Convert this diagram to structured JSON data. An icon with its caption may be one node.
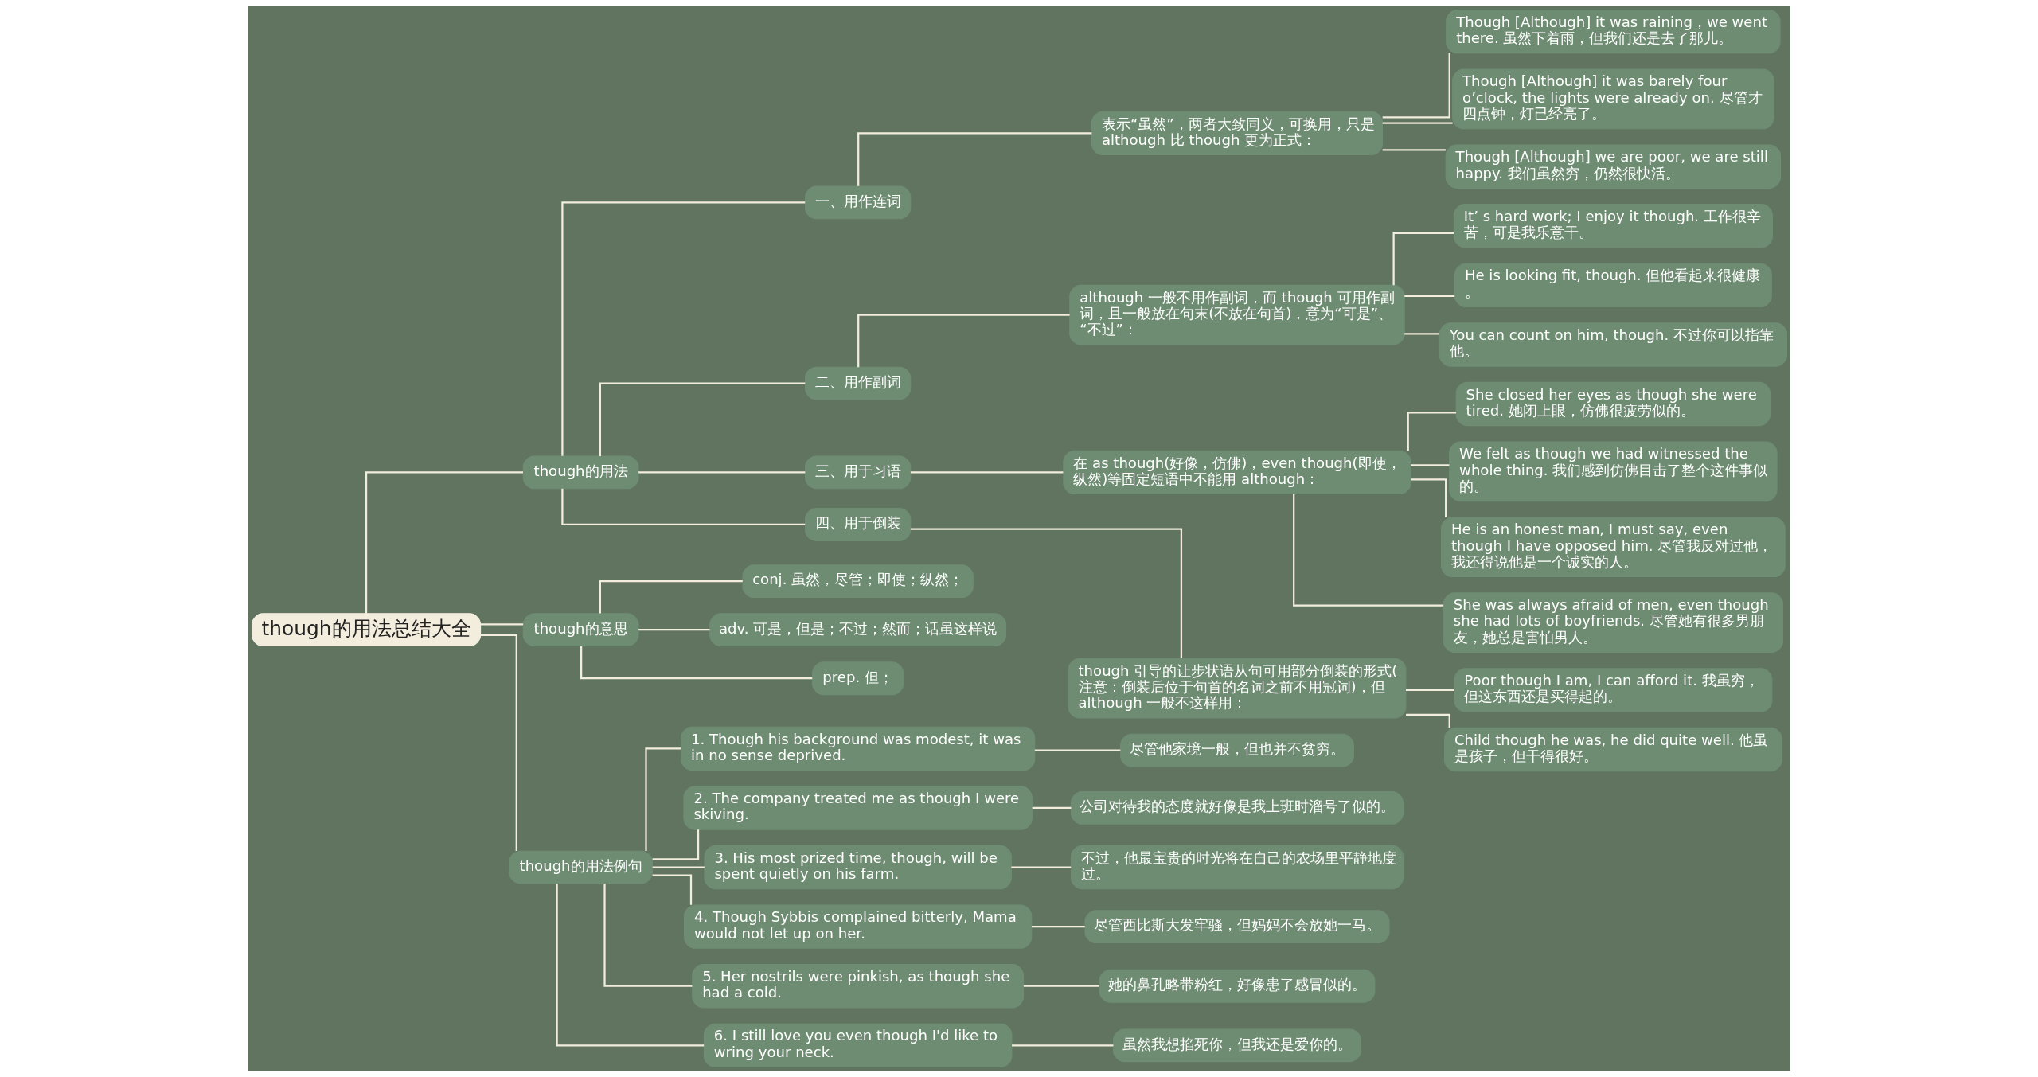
{
  "diagram": {
    "nodes": [
      {
        "text": [
          "though的用法总结大全"
        ]
      },
      {
        "text": [
          "though的用法"
        ]
      },
      {
        "text": [
          "一、用作连词"
        ]
      },
      {
        "text": [
          "表示“虽然”，两者大致同义，可换用，只是 although 比 though 更为正式："
        ]
      },
      {
        "text": [
          "Though [Although] it was raining，we went there. 虽然下着雨，但我们还是去了那儿。"
        ]
      },
      {
        "text": [
          "Though [Although] it was barely four o’clock, the lights were already on. 尽管才四点钟，灯已经亮了。"
        ]
      },
      {
        "text": [
          "Though [Although] we are poor, we are still happy. 我们虽然穷，仍然很快活。"
        ]
      },
      {
        "text": [
          "二、用作副词"
        ]
      },
      {
        "text": [
          "although 一般不用作副词，而 though 可用作副词，且一般放在句末(不放在句首)，意为“可是”、“不过”："
        ]
      },
      {
        "text": [
          "It’ s hard work; I enjoy it though. 工作很辛苦，可是我乐意干。"
        ]
      },
      {
        "text": [
          "He is looking fit, though. 但他看起来很健康。"
        ]
      },
      {
        "text": [
          "You can count on him, though. 不过你可以指靠他。"
        ]
      },
      {
        "text": [
          "三、用于习语"
        ]
      },
      {
        "text": [
          "在 as though(好像，仿佛)，even though(即使，纵然)等固定短语中不能用 although："
        ]
      },
      {
        "text": [
          "She closed her eyes as though she were tired. 她闭上眼，仿佛很疲劳似的。"
        ]
      },
      {
        "text": [
          "We felt as though we had witnessed the whole thing. 我们感到仿佛目击了整个这件事似的。"
        ]
      },
      {
        "text": [
          "He is an honest man, I must say, even though I have opposed him. 尽管我反对过他，我还得说他是一个诚实的人。"
        ]
      },
      {
        "text": [
          "She was always afraid of men, even though she had lots of boyfriends. 尽管她有很多男朋友，她总是害怕男人。"
        ]
      },
      {
        "text": [
          "四、用于倒装"
        ]
      },
      {
        "text": [
          "though 引导的让步状语从句可用部分倒装的形式(注意：倒装后位于句首的名词之前不用冠词)，但 although 一般不这样用："
        ]
      },
      {
        "text": [
          "Poor though I am, I can afford it. 我虽穷，但这东西还是买得起的。"
        ]
      },
      {
        "text": [
          "Child though he was, he did quite well. 他虽是孩子，但干得很好。"
        ]
      },
      {
        "text": [
          "though的意思"
        ]
      },
      {
        "text": [
          "conj. 虽然，尽管；即使；纵然；"
        ]
      },
      {
        "text": [
          "adv. 可是，但是；不过；然而；话虽这样说"
        ]
      },
      {
        "text": [
          "prep. 但；"
        ]
      },
      {
        "text": [
          "though的用法例句"
        ]
      },
      {
        "text": [
          "1. Though his background was modest, it was in no sense deprived."
        ]
      },
      {
        "text": [
          "尽管他家境一般，但也并不贫穷。"
        ]
      },
      {
        "text": [
          "2. The company treated me as though I were skiving."
        ]
      },
      {
        "text": [
          "公司对待我的态度就好像是我上班时溜号了似的。"
        ]
      },
      {
        "text": [
          "3. His most prized time, though, will be spent quietly on his farm."
        ]
      },
      {
        "text": [
          "不过，他最宝贵的时光将在自己的农场里平静地度过。"
        ]
      },
      {
        "text": [
          "4. Though Sybbis complained bitterly, Mama would not let up on her."
        ]
      },
      {
        "text": [
          "尽管西比斯大发牢骚，但妈妈不会放她一马。"
        ]
      },
      {
        "text": [
          "5. Her nostrils were pinkish, as though she had a cold."
        ]
      },
      {
        "text": [
          "她的鼻孔略带粉红，好像患了感冒似的。"
        ]
      },
      {
        "text": [
          "6. I still love you even though I'd like to wring your neck."
        ]
      },
      {
        "text": [
          "虽然我想掐死你，但我还是爱你的。"
        ]
      }
    ],
    "edges": [
      {
        "from": 0,
        "to": 1,
        "arrow": "none"
      },
      {
        "from": 1,
        "to": 2,
        "arrow": "none"
      },
      {
        "from": 2,
        "to": 3,
        "arrow": "none"
      },
      {
        "from": 3,
        "to": 4,
        "arrow": "none"
      },
      {
        "from": 3,
        "to": 5,
        "arrow": "none"
      },
      {
        "from": 3,
        "to": 6,
        "arrow": "none"
      },
      {
        "from": 1,
        "to": 7,
        "arrow": "none"
      },
      {
        "from": 7,
        "to": 8,
        "arrow": "none"
      },
      {
        "from": 8,
        "to": 9,
        "arrow": "none"
      },
      {
        "from": 8,
        "to": 10,
        "arrow": "none"
      },
      {
        "from": 8,
        "to": 11,
        "arrow": "none"
      },
      {
        "from": 1,
        "to": 12,
        "arrow": "none"
      },
      {
        "from": 12,
        "to": 13,
        "arrow": "none"
      },
      {
        "from": 13,
        "to": 14,
        "arrow": "none"
      },
      {
        "from": 13,
        "to": 15,
        "arrow": "none"
      },
      {
        "from": 13,
        "to": 16,
        "arrow": "none"
      },
      {
        "from": 13,
        "to": 17,
        "arrow": "none"
      },
      {
        "from": 1,
        "to": 18,
        "arrow": "none"
      },
      {
        "from": 18,
        "to": 19,
        "arrow": "none"
      },
      {
        "from": 19,
        "to": 20,
        "arrow": "none"
      },
      {
        "from": 19,
        "to": 21,
        "arrow": "none"
      },
      {
        "from": 0,
        "to": 22,
        "arrow": "none"
      },
      {
        "from": 22,
        "to": 23,
        "arrow": "none"
      },
      {
        "from": 22,
        "to": 24,
        "arrow": "none"
      },
      {
        "from": 22,
        "to": 25,
        "arrow": "none"
      },
      {
        "from": 0,
        "to": 26,
        "arrow": "none"
      },
      {
        "from": 26,
        "to": 27,
        "arrow": "none"
      },
      {
        "from": 27,
        "to": 28,
        "arrow": "none"
      },
      {
        "from": 26,
        "to": 29,
        "arrow": "none"
      },
      {
        "from": 29,
        "to": 30,
        "arrow": "none"
      },
      {
        "from": 26,
        "to": 31,
        "arrow": "none"
      },
      {
        "from": 31,
        "to": 32,
        "arrow": "none"
      },
      {
        "from": 26,
        "to": 33,
        "arrow": "none"
      },
      {
        "from": 33,
        "to": 34,
        "arrow": "none"
      },
      {
        "from": 26,
        "to": 35,
        "arrow": "none"
      },
      {
        "from": 35,
        "to": 36,
        "arrow": "none"
      },
      {
        "from": 26,
        "to": 37,
        "arrow": "none"
      },
      {
        "from": 37,
        "to": 38,
        "arrow": "none"
      }
    ]
  }
}
